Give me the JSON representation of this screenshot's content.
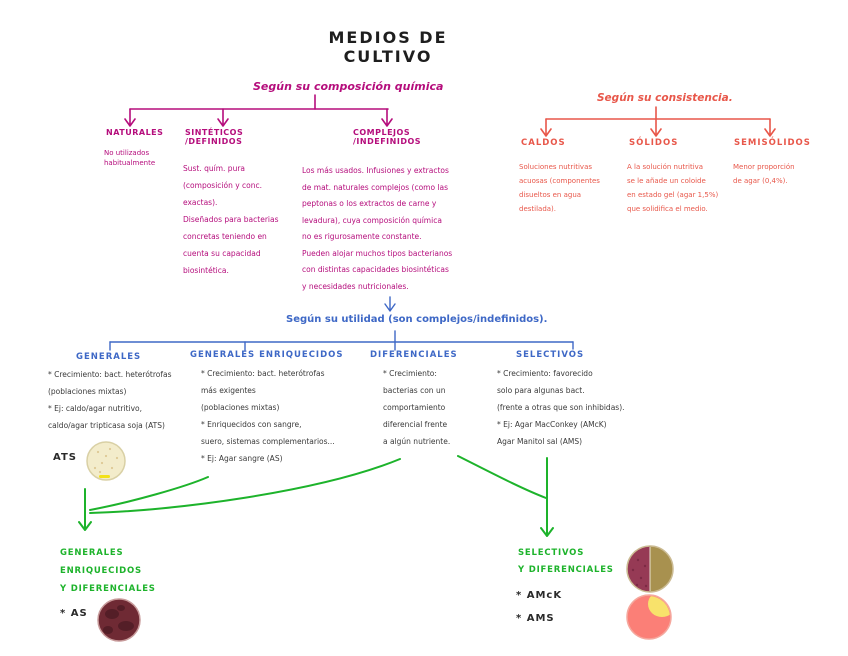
{
  "title": "MEDIOS DE CULTIVO",
  "colors": {
    "magenta": "#b50d7c",
    "red": "#e8574a",
    "blue": "#3e68c6",
    "green": "#1db32b",
    "black": "#2a2a2a"
  },
  "chemical": {
    "label": "Según su composición química",
    "branches": [
      {
        "name": "NATURALES",
        "body": "No utilizados\nhabitualmente"
      },
      {
        "name": "SINTÉTICOS\n/DEFINIDOS",
        "body": "Sust. quím. pura\n(composición y conc.\nexactas).\nDiseñados para bacterias\nconcretas teniendo en\ncuenta su capacidad\nbiosintética."
      },
      {
        "name": "COMPLEJOS\n/INDEFINIDOS",
        "body": "Los más usados. Infusiones y extractos\nde mat. naturales complejos (como las\npeptonas o los extractos de carne y\nlevadura), cuya composición química\nno es rigurosamente constante.\nPueden alojar muchos tipos bacterianos\ncon distintas capacidades biosintéticas\ny necesidades nutricionales."
      }
    ]
  },
  "consistency": {
    "label": "Según su consistencia.",
    "branches": [
      {
        "name": "CALDOS",
        "body": "Soluciones nutritivas\nacuosas (componentes\ndisueltos en agua\ndestilada)."
      },
      {
        "name": "SÓLIDOS",
        "body": "A la solución nutritiva\nse le añade un coloide\nen estado gel (agar 1,5%)\nque solidifica el medio."
      },
      {
        "name": "SEMISÓLIDOS",
        "body": "Menor proporción\nde agar (0,4%)."
      }
    ]
  },
  "utility": {
    "label": "Según su utilidad (son complejos/indefinidos).",
    "branches": [
      {
        "name": "GENERALES",
        "body": "* Crecimiento: bact. heterótrofas\n(poblaciones mixtas)\n* Ej: caldo/agar nutritivo,\ncaldo/agar tripticasa soja (ATS)"
      },
      {
        "name": "GENERALES ENRIQUECIDOS",
        "body": "* Crecimiento: bact. heterótrofas\nmás exigentes\n(poblaciones mixtas)\n* Enriquecidos con sangre,\nsuero, sistemas complementarios...\n* Ej: Agar sangre (AS)"
      },
      {
        "name": "DIFERENCIALES",
        "body": "* Crecimiento:\nbacterias con un\ncomportamiento\ndiferencial frente\na algún nutriente."
      },
      {
        "name": "SELECTIVOS",
        "body": "* Crecimiento: favorecido\nsolo para algunas bact.\n(frente a otras que son inhibidas).\n* Ej: Agar MacConkey (AMcK)\nAgar Manitol sal (AMS)"
      }
    ]
  },
  "examples": {
    "left": {
      "ats_label": "ATS",
      "group_label": "GENERALES\nENRIQUECIDOS\nY DIFERENCIALES",
      "as_label": "* AS"
    },
    "right": {
      "group_label": "SELECTIVOS\nY DIFERENCIALES",
      "amck_label": "* AMcK",
      "ams_label": "* AMS"
    }
  },
  "dishes": {
    "ats": {
      "base": "#f3eccb",
      "rim": "#d9d0a5",
      "speckle": "#d8c088",
      "accent": "#f2e118"
    },
    "as": {
      "base": "#6f2a34",
      "dark": "#541e27",
      "rim": "#c79a9a"
    },
    "amck": {
      "left": "#963a55",
      "left_dark": "#7c2a44",
      "right": "#a8914f",
      "rim": "#cbbb93"
    },
    "ams": {
      "base": "#fb7f77",
      "blob": "#f8e26b",
      "rim": "#f5a89e"
    }
  }
}
